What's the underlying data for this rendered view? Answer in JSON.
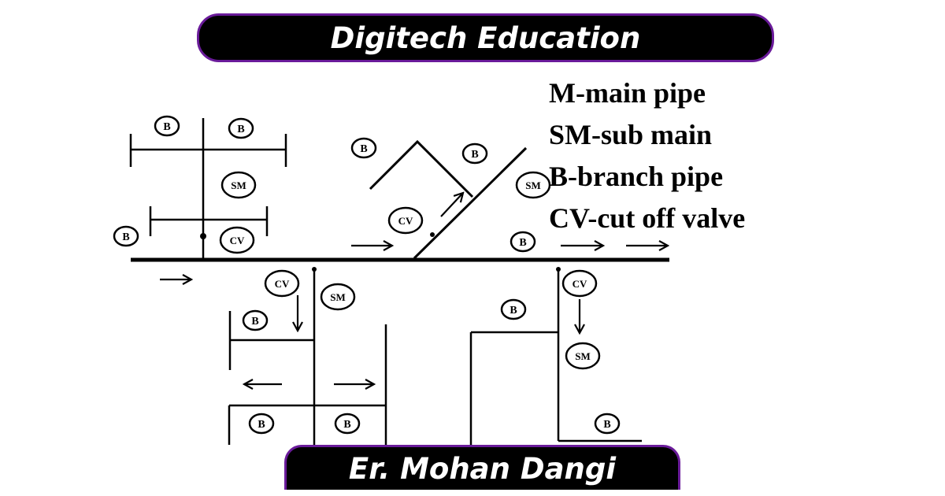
{
  "header": {
    "title": "Digitech Education"
  },
  "footer": {
    "author": "Er. Mohan Dangi"
  },
  "legend": [
    "M-main pipe",
    "SM-sub main",
    "B-branch pipe",
    "CV-cut off valve"
  ],
  "labels": {
    "branch": "B",
    "sub_main": "SM",
    "cut_off_valve": "CV"
  },
  "colors": {
    "banner_bg": "#000000",
    "banner_border": "#6a1b9a",
    "text": "#ffffff",
    "line": "#000000"
  }
}
